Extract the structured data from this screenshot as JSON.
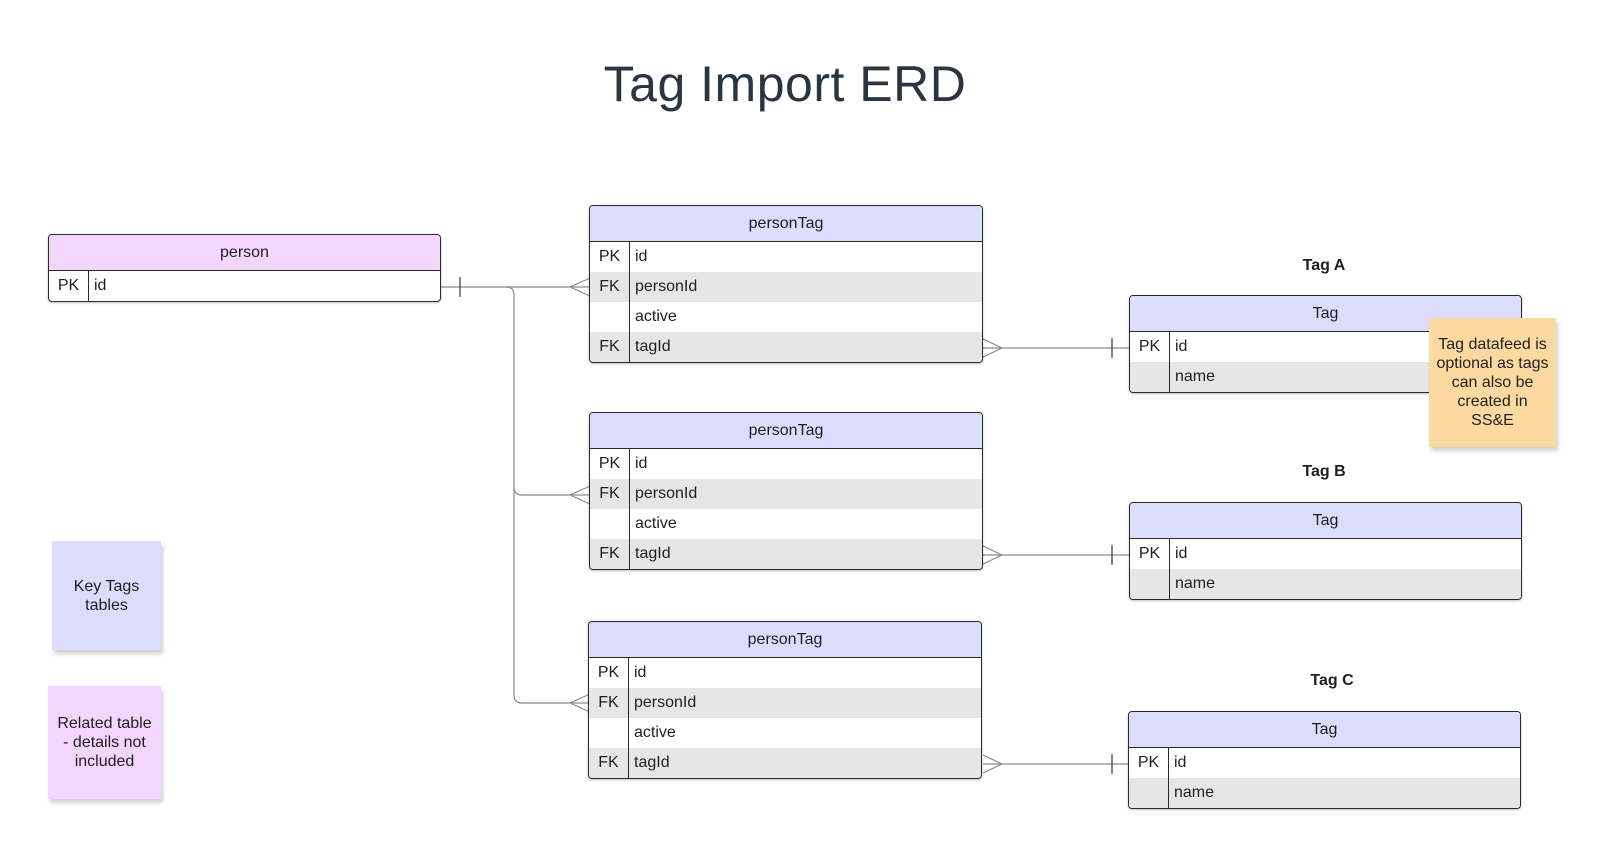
{
  "title": "Tag Import ERD",
  "colors": {
    "key_header": "#dcdcfd",
    "related_header": "#f2d6fb",
    "note_orange": "#fcd9a0",
    "note_blue": "#dcdcfd",
    "note_pink": "#f2d6fb"
  },
  "person": {
    "name": "person",
    "rows": [
      {
        "key": "PK",
        "field": "id"
      }
    ]
  },
  "person_tags": [
    {
      "name": "personTag",
      "rows": [
        {
          "key": "PK",
          "field": "id"
        },
        {
          "key": "FK",
          "field": "personId"
        },
        {
          "key": "",
          "field": "active"
        },
        {
          "key": "FK",
          "field": "tagId"
        }
      ]
    },
    {
      "name": "personTag",
      "rows": [
        {
          "key": "PK",
          "field": "id"
        },
        {
          "key": "FK",
          "field": "personId"
        },
        {
          "key": "",
          "field": "active"
        },
        {
          "key": "FK",
          "field": "tagId"
        }
      ]
    },
    {
      "name": "personTag",
      "rows": [
        {
          "key": "PK",
          "field": "id"
        },
        {
          "key": "FK",
          "field": "personId"
        },
        {
          "key": "",
          "field": "active"
        },
        {
          "key": "FK",
          "field": "tagId"
        }
      ]
    }
  ],
  "tags": [
    {
      "label": "Tag A",
      "name": "Tag",
      "rows": [
        {
          "key": "PK",
          "field": "id"
        },
        {
          "key": "",
          "field": "name"
        }
      ]
    },
    {
      "label": "Tag B",
      "name": "Tag",
      "rows": [
        {
          "key": "PK",
          "field": "id"
        },
        {
          "key": "",
          "field": "name"
        }
      ]
    },
    {
      "label": "Tag C",
      "name": "Tag",
      "rows": [
        {
          "key": "PK",
          "field": "id"
        },
        {
          "key": "",
          "field": "name"
        }
      ]
    }
  ],
  "notes": {
    "datafeed": "Tag datafeed is optional as tags can also be created in SS&E",
    "key_legend": "Key Tags tables",
    "related_legend": "Related table - details not included"
  }
}
